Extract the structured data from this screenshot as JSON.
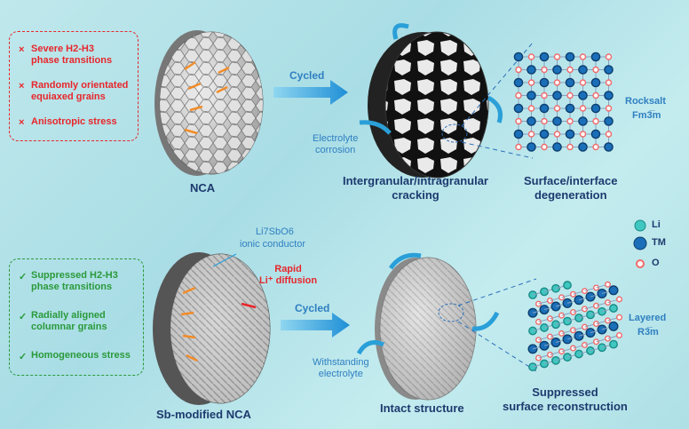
{
  "top_box": {
    "marker": "×",
    "items": [
      "Severe H2-H3\nphase transitions",
      "Randomly orientated\nequiaxed grains",
      "Anisotropic stress"
    ]
  },
  "bottom_box": {
    "marker": "✓",
    "items": [
      "Suppressed H2-H3\nphase transitions",
      "Radially aligned\ncolumnar grains",
      "Homogeneous stress"
    ]
  },
  "labels": {
    "nca": "NCA",
    "cycled_top": "Cycled",
    "cycled_bottom": "Cycled",
    "electrolyte_corrosion": "Electrolyte\ncorrosion",
    "cracking": "Intergranular/intragranular\ncracking",
    "surface_degeneration": "Surface/interface\ndegeneration",
    "rocksalt": "Rocksalt",
    "rocksalt_group": "Fm3̅m",
    "li_sbo_conductor": "ionic conductor",
    "li_sbo_formula": "Li7SbO6",
    "rapid_diffusion": "Rapid\nLi⁺ diffusion",
    "sb_nca": "Sb-modified NCA",
    "withstanding": "Withstanding\nelectrolyte",
    "intact": "Intact structure",
    "suppressed_recon": "Suppressed\nsurface reconstruction",
    "layered": "Layered",
    "layered_group": "R3̅m"
  },
  "legend": [
    {
      "label": "Li",
      "color": "#3fc7c0"
    },
    {
      "label": "TM",
      "color": "#1a6fb8"
    },
    {
      "label": "O",
      "color": "#f06a6a"
    }
  ],
  "colors": {
    "red": "#e8262b",
    "green": "#2a9a3a",
    "blue_text": "#2f7fc1",
    "arrow": "#2a9fd8",
    "orange": "#f28c28"
  }
}
